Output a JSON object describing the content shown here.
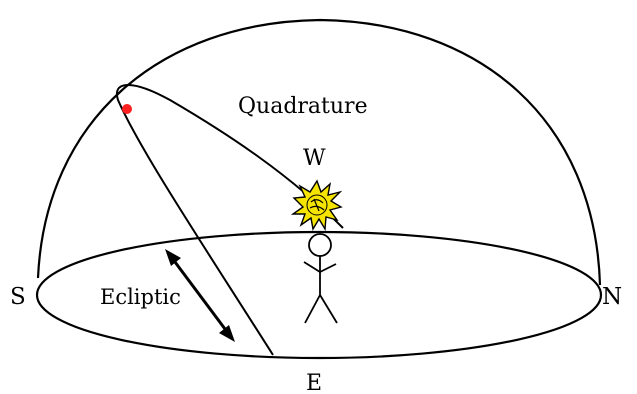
{
  "labels": {
    "quadrature": "Quadrature",
    "west": "W",
    "south": "S",
    "north": "N",
    "east": "E",
    "ecliptic": "Ecliptic"
  },
  "colors": {
    "line": "#000000",
    "sun": "#f5e400",
    "planet": "#ff2020",
    "background": "#ffffff"
  },
  "icons": {
    "sun": "sun-icon",
    "observer": "stick-figure-observer-icon",
    "planet": "red-dot-planet-icon",
    "motion": "double-headed-arrow-icon"
  }
}
